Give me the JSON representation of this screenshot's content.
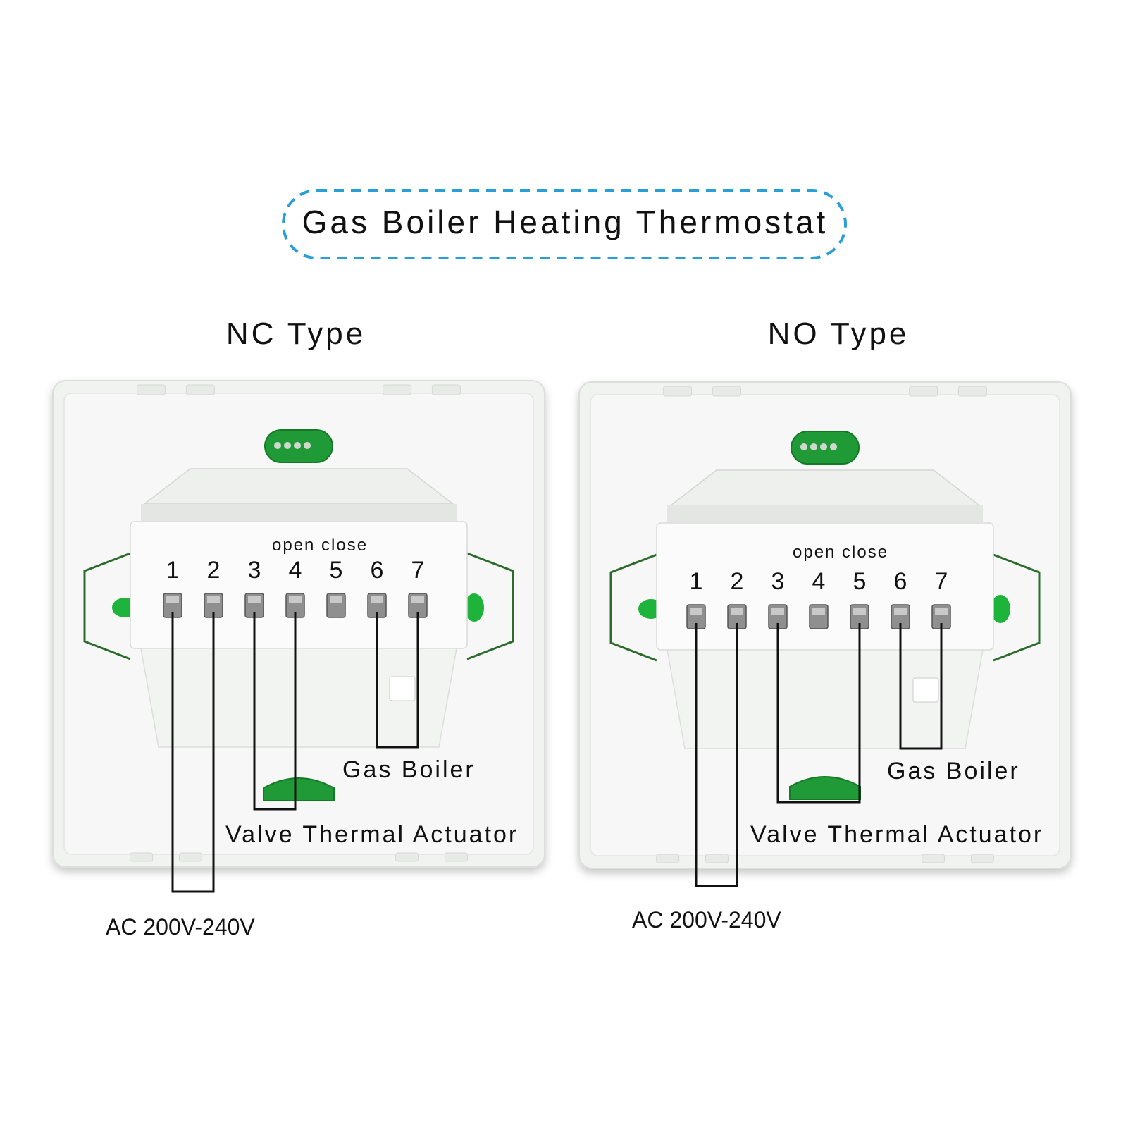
{
  "title": "Gas Boiler Heating Thermostat",
  "colors": {
    "title_border": "#2a9fd6",
    "device_body": "#f1f3f1",
    "pcb_green": "#1f9a37",
    "led_green": "#1eb33a",
    "wire": "#111111"
  },
  "panels": [
    {
      "title": "NC Type",
      "open_close": "open close",
      "terminals": [
        "1",
        "2",
        "3",
        "4",
        "5",
        "6",
        "7"
      ],
      "gas_boiler": "Gas Boiler",
      "valve": "Valve Thermal Actuator",
      "ac": "AC 200V-240V"
    },
    {
      "title": "NO Type",
      "open_close": "open close",
      "terminals": [
        "1",
        "2",
        "3",
        "4",
        "5",
        "6",
        "7"
      ],
      "gas_boiler": "Gas Boiler",
      "valve": "Valve Thermal Actuator",
      "ac": "AC 200V-240V"
    }
  ]
}
